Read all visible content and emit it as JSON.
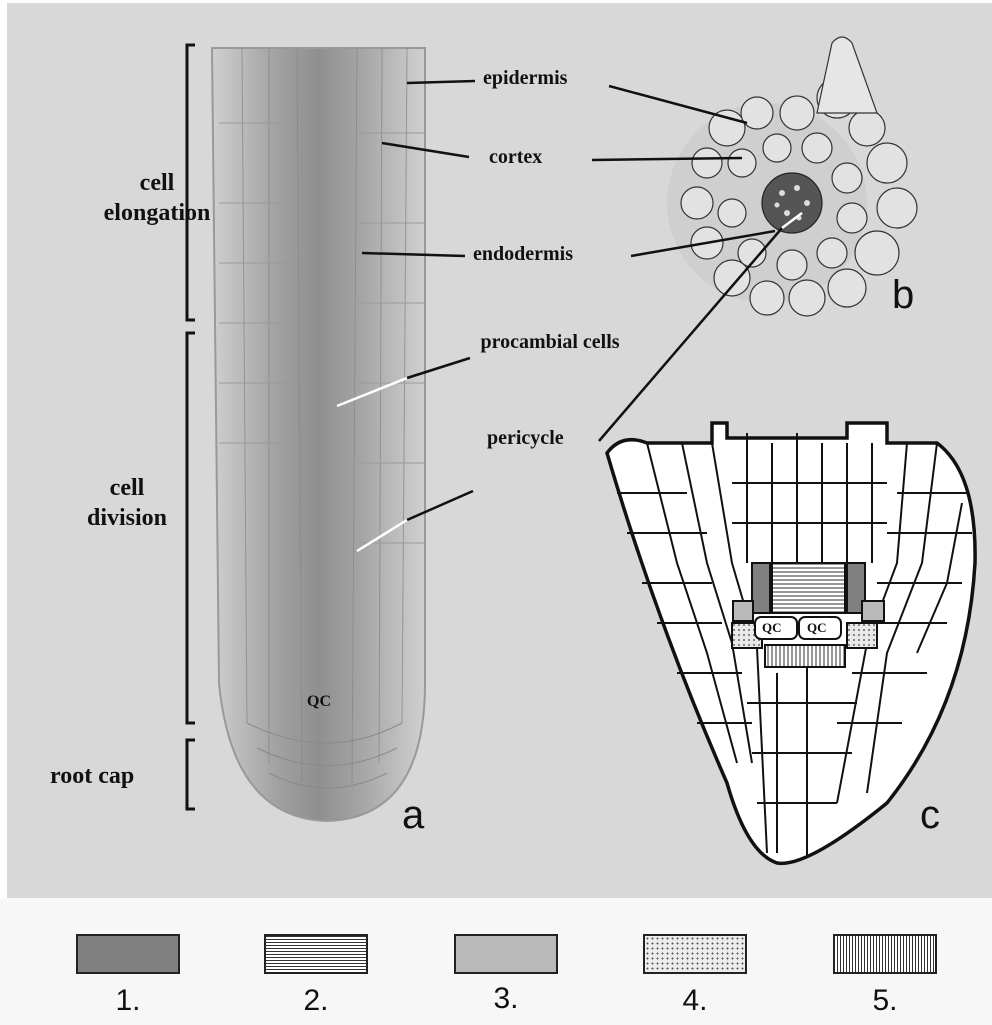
{
  "panel_a": {
    "zones": [
      "cell elongation",
      "cell division",
      "root cap"
    ],
    "labels": [
      "epidermis",
      "cortex",
      "endodermis",
      "procambial cells",
      "pericycle"
    ],
    "qc": "QC",
    "letter": "a"
  },
  "panel_b": {
    "letter": "b"
  },
  "panel_c": {
    "qc_left": "QC",
    "qc_right": "QC",
    "letter": "c"
  },
  "legend": {
    "items": [
      {
        "label": "1.",
        "fill": "dark-gray"
      },
      {
        "label": "2.",
        "fill": "horizontal-lines"
      },
      {
        "label": "3.",
        "fill": "light-gray"
      },
      {
        "label": "4.",
        "fill": "dots"
      },
      {
        "label": "5.",
        "fill": "vertical-lines"
      }
    ]
  },
  "colors": {
    "background": "#d8d8d8",
    "tissue": "#a9a9a9",
    "dark_fill": "#808080",
    "light_fill": "#b9b9b9"
  }
}
